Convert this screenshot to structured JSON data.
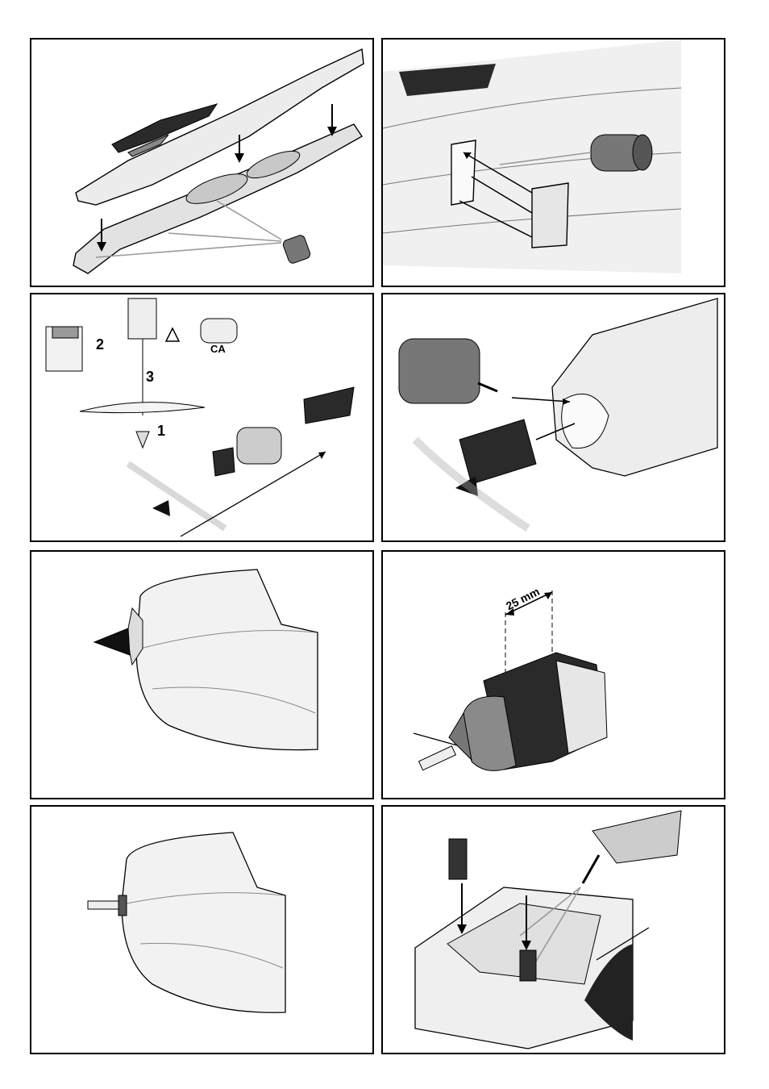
{
  "panels": {
    "p3": {
      "step1": "1",
      "step2": "2",
      "step3": "3",
      "glue": "CA"
    },
    "p6": {
      "measure": "25 mm"
    }
  },
  "colors": {
    "ink": "#000000",
    "part_light": "#e4e4e4",
    "part_dark": "#2a2a2a",
    "arrow_gray": "#9a9a9a"
  }
}
